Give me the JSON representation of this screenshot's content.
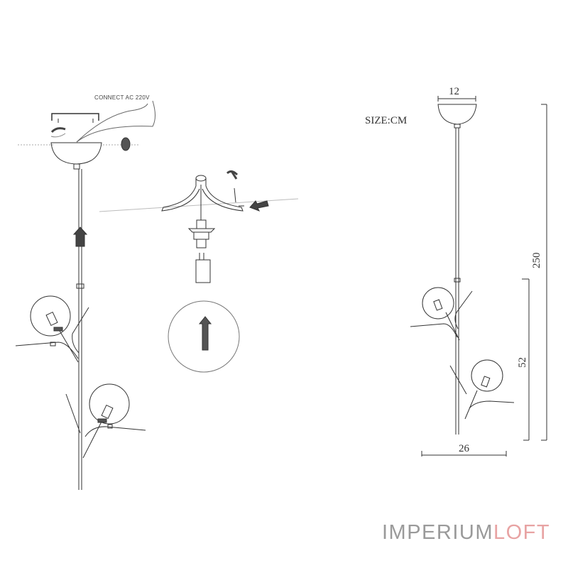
{
  "diagram": {
    "type": "installation-and-dimension-drawing",
    "subject": "two-globe pendant lamp",
    "colors": {
      "line": "#333333",
      "arrow_fill": "#444444",
      "brand_primary": "#9a9a9a",
      "brand_accent": "#e8a3a3"
    }
  },
  "installation": {
    "wiring_label": "CONNECT AC 220V",
    "icons": [
      "rotate-arrow-icon",
      "screw-icon",
      "up-arrow-icon",
      "left-arrow-icon"
    ]
  },
  "dimensions": {
    "unit_label": "SIZE:CM",
    "canopy_width": "12",
    "total_height": "250",
    "fixture_height": "52",
    "fixture_width": "26"
  },
  "branding": {
    "part1": "IMPERIUM",
    "part2": "LOFT"
  }
}
